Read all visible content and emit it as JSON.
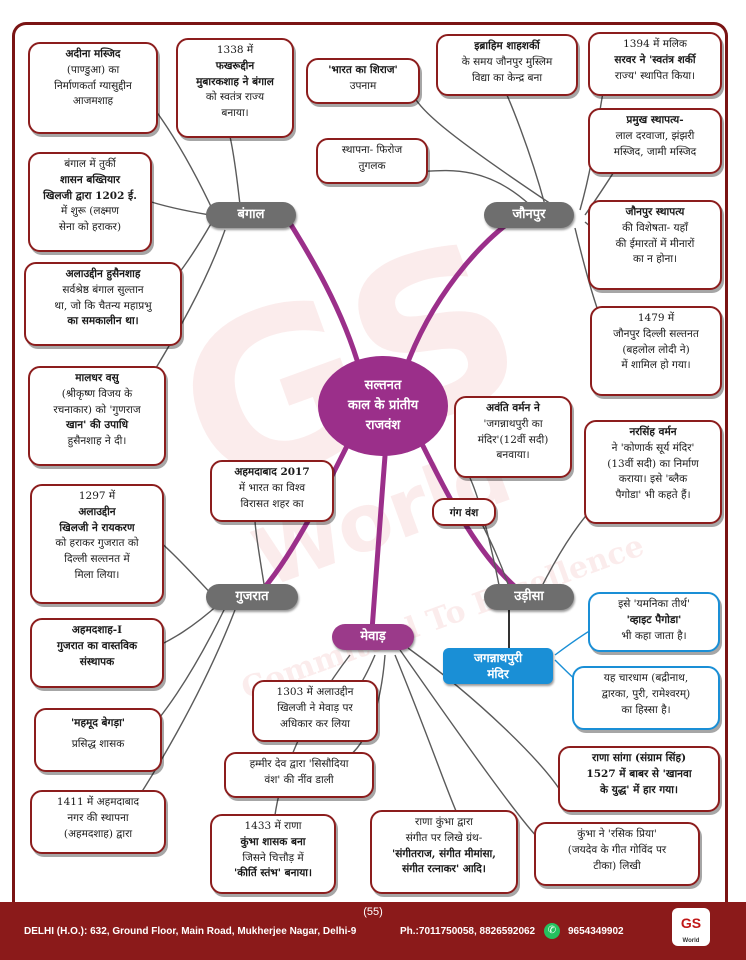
{
  "center": {
    "line1": "सल्तनत",
    "line2": "काल के प्रांतीय",
    "line3": "राजवंश"
  },
  "hubs": {
    "bengal": "बंगाल",
    "jaunpur": "जौनपुर",
    "gujarat": "गुजरात",
    "odisha": "उड़ीसा",
    "mewar": "मेवाड़",
    "jagannath": [
      "जगन्नाथपुरी",
      "मंदिर"
    ],
    "ganga": "गंग वंश"
  },
  "boxes": {
    "adina": [
      "अदीना मस्जिद",
      "(पाण्डुआ) का",
      "निर्माणकर्ता ग्यासुद्दीन",
      "आजमशाह"
    ],
    "fakhruddin": [
      "1338 में",
      "फखरूद्दीन",
      "मुबारकशाह ने बंगाल",
      "को स्वतंत्र राज्य",
      "बनाया।"
    ],
    "shiraz": [
      "'भारत का शिराज'",
      "उपनाम"
    ],
    "ibrahim": [
      "इब्राहिम शाहशर्की",
      "के समय जौनपुर मुस्लिम",
      "विद्या का केन्द्र बना"
    ],
    "malik": [
      "1394 में मलिक",
      "सरवर ने 'स्वतंत्र शर्की",
      "राज्य' स्थापित किया।"
    ],
    "firoz": [
      "स्थापना- फिरोज",
      "तुगलक"
    ],
    "sthapatya": [
      "प्रमुख स्थापत्य-",
      "लाल दरवाजा, झंझरी",
      "मस्जिद, जामी मस्जिद"
    ],
    "khilji_bengal": [
      "बंगाल में तुर्की",
      "शासन बख्तियार",
      "खिलजी द्वारा 1202 ई.",
      "में शुरू (लक्ष्मण",
      "सेना को हराकर)"
    ],
    "visheshta": [
      "जौनपुर स्थापत्य",
      "की विशेषता- यहाँ",
      "की ईमारतों में मीनारों",
      "का न होना।"
    ],
    "husain": [
      "अलाउद्दीन हुसैनशाह",
      "सर्वश्रेष्ठ बंगाल सुल्तान",
      "था, जो कि चैतन्य महाप्रभु",
      "का समकालीन था।"
    ],
    "lodi": [
      "1479 में",
      "जौनपुर दिल्ली सल्तनत",
      "(बहलोल लोदी ने)",
      "में शामिल हो गया।"
    ],
    "maladhar": [
      "मालधर वसु",
      "(श्रीकृष्ण विजय के",
      "रचनाकार) को 'गुणराज",
      "खान' की उपाधि",
      "हुसैनशाह ने दी।"
    ],
    "avanti": [
      "अवंति वर्मन ने",
      "'जगन्नाथपुरी का",
      "मंदिर'(12वीं सदी)",
      "बनवाया।"
    ],
    "narsimha": [
      "नरसिंह वर्मन",
      "ने 'कोणार्क सूर्य मंदिर'",
      "(13वीं सदी) का निर्माण",
      "कराया। इसे 'ब्लैक",
      "पैगोडा' भी कहते हैं।"
    ],
    "ahmedabad2017": [
      "अहमदाबाद 2017",
      "में भारत का विश्व",
      "विरासत शहर का"
    ],
    "raykaran": [
      "1297 में",
      "अलाउद्दीन",
      "खिलजी ने रायकरण",
      "को हराकर गुजरात को",
      "दिल्ली सल्तनत में",
      "मिला लिया।"
    ],
    "yamnika": [
      "इसे 'यमनिका तीर्थ'",
      "'व्हाइट पैगोडा'",
      "भी कहा जाता है।"
    ],
    "ahmadshah": [
      "अहमदशाह-I",
      "गुजरात का वास्तविक",
      "संस्थापक"
    ],
    "chardham": [
      "यह चारधाम (बद्रीनाथ,",
      "द्वारका, पुरी, रामेश्वरम्)",
      "का हिस्सा है।"
    ],
    "mewar1303": [
      "1303 में अलाउद्दीन",
      "खिलजी ने मेवाड़ पर",
      "अधिकार कर लिया"
    ],
    "begada": [
      "'महमूद बेगड़ा'",
      "प्रसिद्ध शासक"
    ],
    "hammir": [
      "हम्मीर देव द्वारा 'सिसौदिया",
      "वंश' की नींव डाली"
    ],
    "sanga": [
      "राणा सांगा (संग्राम सिंह)",
      "1527 में बाबर से 'खानवा",
      "के युद्ध' में हार गया।"
    ],
    "ahmedabad1411": [
      "1411 में अहमदाबाद",
      "नगर की स्थापना",
      "(अहमदशाह) द्वारा"
    ],
    "kumbha1433": [
      "1433 में राणा",
      "कुंभा शासक बना",
      "जिसने चित्तौड़ में",
      "'कीर्ति स्तंभ' बनाया।"
    ],
    "kumbha_sangeet": [
      "राणा कुंभा द्वारा",
      "संगीत पर लिखे ग्रंथ-",
      "'संगीतराज, संगीत मीमांसा,",
      "संगीत रत्नाकर' आदि।"
    ],
    "rasik": [
      "कुंभा ने 'रसिक प्रिया'",
      "(जयदेव के गीत गोविंद पर",
      "टीका) लिखी"
    ]
  },
  "watermark": {
    "big": "GS",
    "word": "World",
    "tag": "Committed To Excellence"
  },
  "footer": {
    "page": "(55)",
    "address": "DELHI (H.O.): 632, Ground Floor, Main Road, Mukherjee Nagar, Delhi-9",
    "phone": "Ph.:7011750058, 8826592062",
    "whatsapp": "9654349902",
    "logo": "GS",
    "logo_sub": "World"
  },
  "colors": {
    "frame": "#7a1414",
    "hub": "#6e6e6e",
    "center": "#9b2f8a",
    "jagannath": "#1a8fd6",
    "footer": "#8b1a1a"
  }
}
